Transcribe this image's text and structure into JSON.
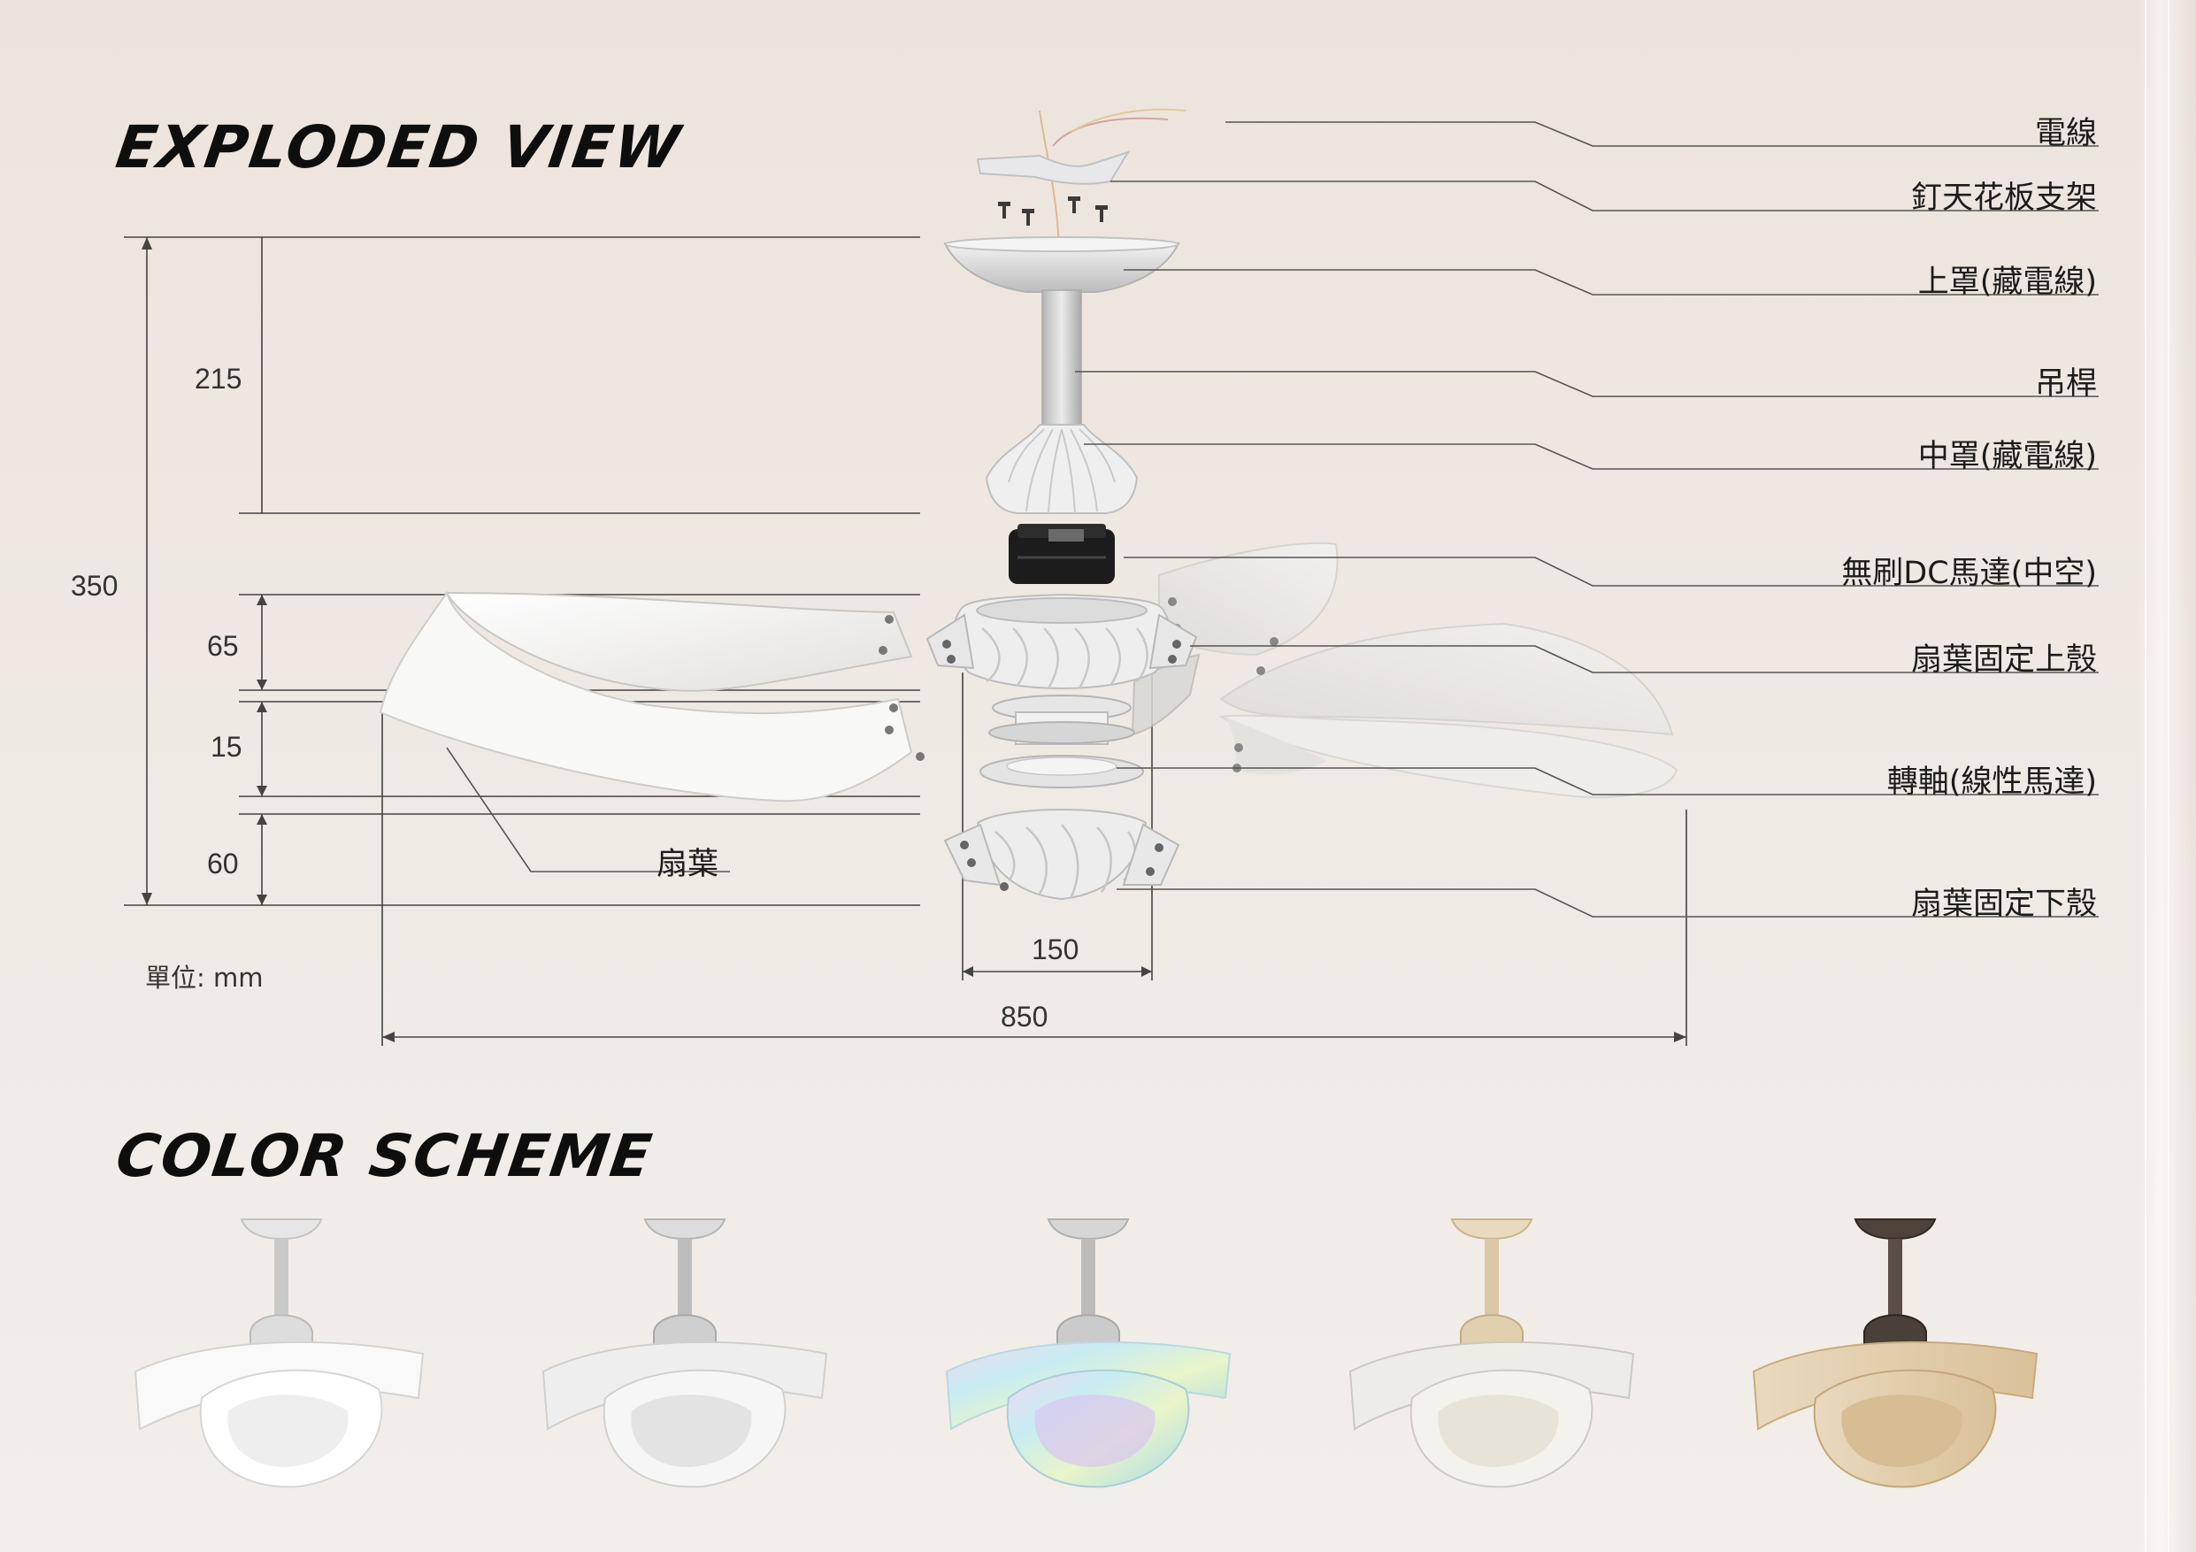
{
  "headings": {
    "exploded": "EXPLODED VIEW",
    "color_scheme": "COLOR SCHEME"
  },
  "parts": [
    "電線",
    "釘天花板支架",
    "上罩(藏電線)",
    "吊桿",
    "中罩(藏電線)",
    "無刷DC馬達(中空)",
    "扇葉固定上殼",
    "轉軸(線性馬達)",
    "扇葉固定下殼"
  ],
  "blade_label": "扇葉",
  "dimensions": {
    "total_height": "350",
    "rod_section": "215",
    "upper_shell": "65",
    "shaft": "15",
    "lower_shell": "60",
    "hub_width": "150",
    "span": "850"
  },
  "unit": "單位: mm",
  "colors": {
    "background": "#ede6df",
    "leader_line": "#666666",
    "variants": [
      "#f7f7f7",
      "#d9d9d9",
      "#bfe6ef",
      "#e9dcc6",
      "#4a4039"
    ]
  }
}
